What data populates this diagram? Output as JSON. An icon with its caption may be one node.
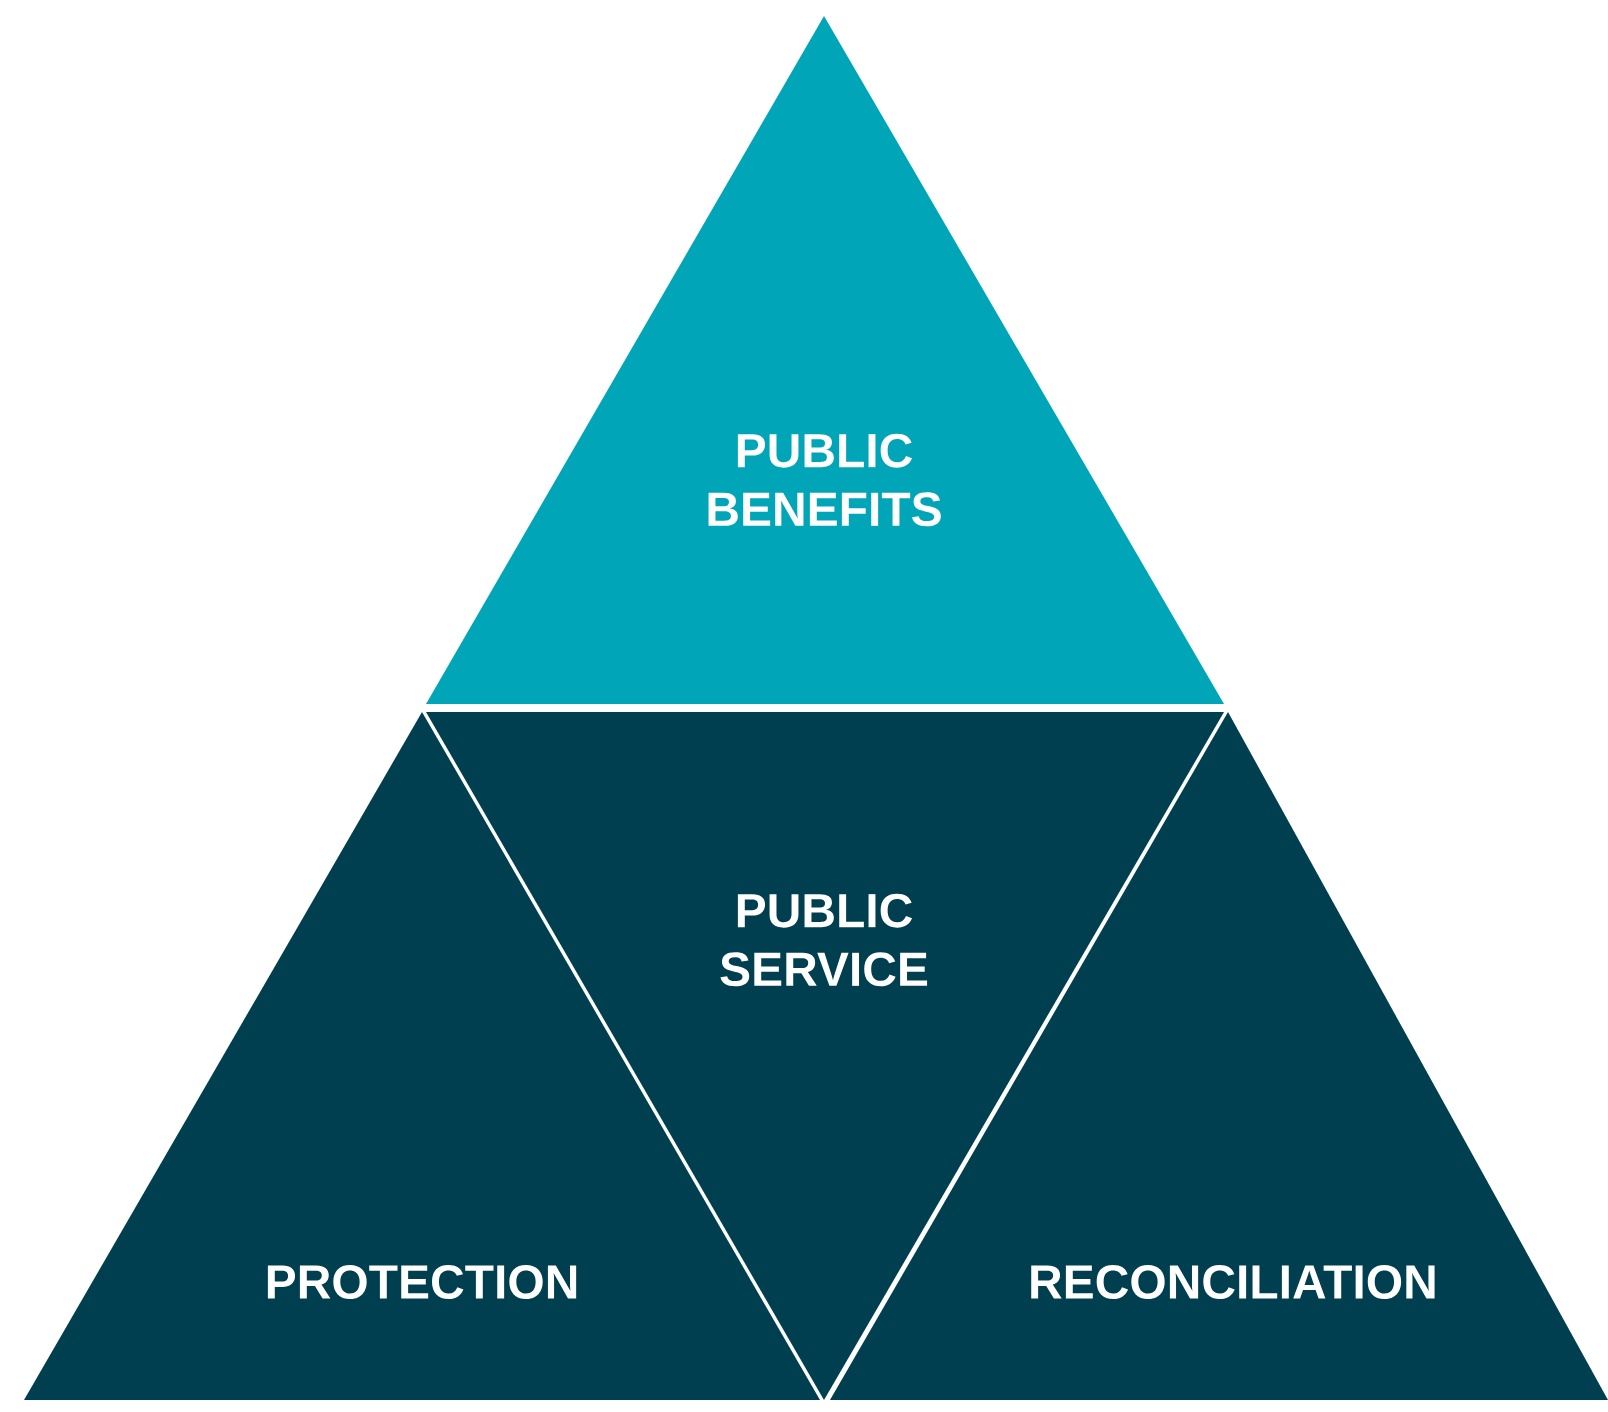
{
  "diagram": {
    "nodes": [
      {
        "text": [
          "PUBLIC BENEFITS"
        ]
      },
      {
        "text": [
          "PUBLIC SERVICE"
        ]
      },
      {
        "text": [
          "PROTECTION"
        ]
      },
      {
        "text": [
          "RECONCILIATION"
        ]
      }
    ]
  }
}
